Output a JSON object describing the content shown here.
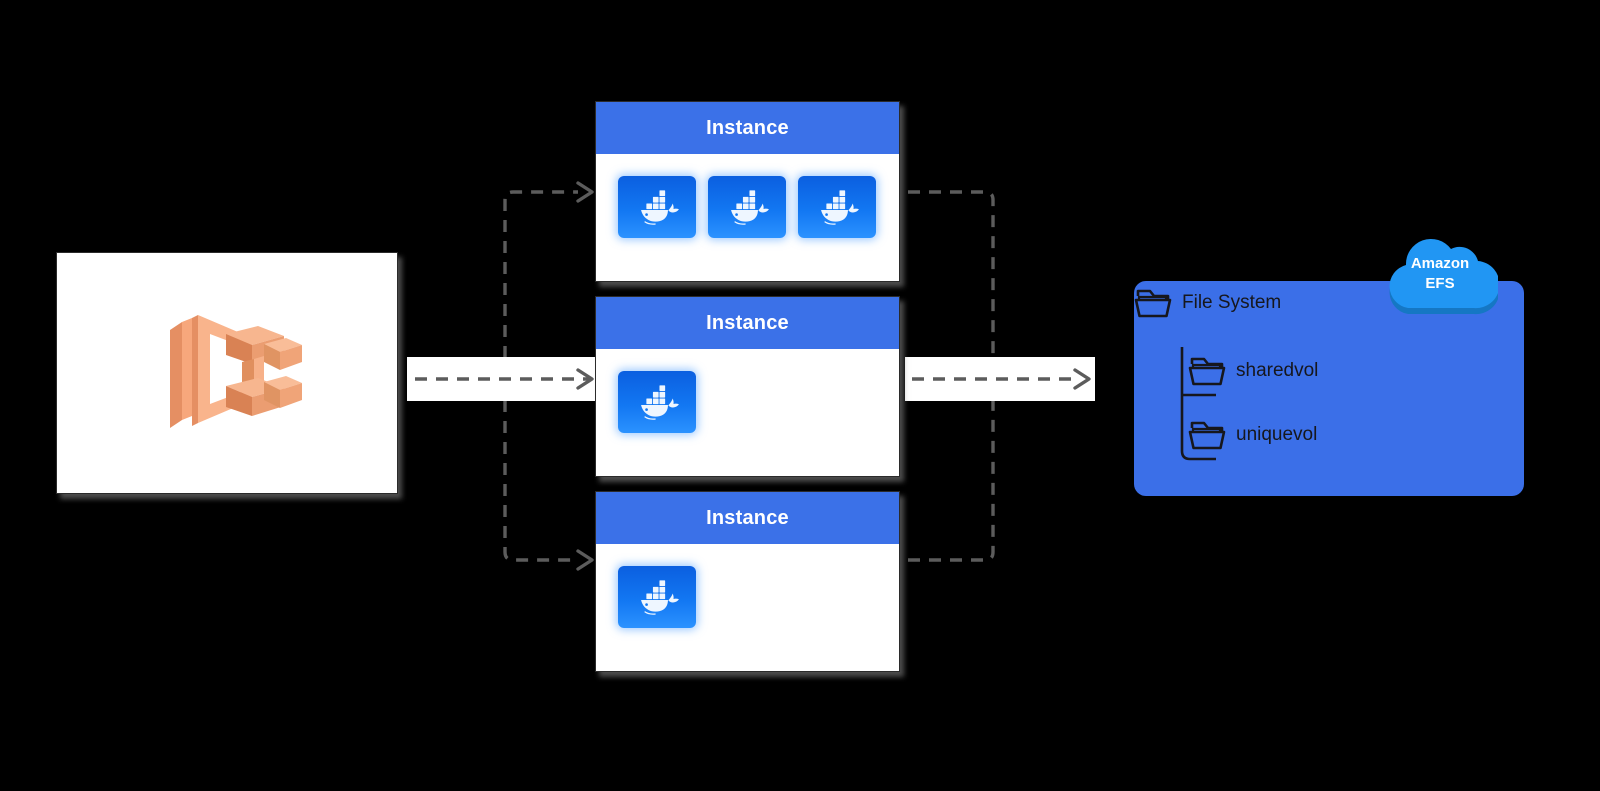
{
  "diagram": {
    "title": "Amazon ECS instances mounting Amazon EFS shared and unique volumes",
    "colors": {
      "instance_header_blue": "#3b71e8",
      "efs_panel_blue": "#3b6fe8",
      "efs_cloud_blue": "#2196f3",
      "efs_cloud_shadow": "#1577c4",
      "docker_tile_blue": "#1277f2",
      "ecs_orange": "#f7a278",
      "connector_gray": "#5c5c5c",
      "card_white": "#ffffff",
      "background": "#000000"
    }
  },
  "source": {
    "name": "ecs-service",
    "icon": "aws-ecs-icon",
    "logo_alt": "Amazon ECS"
  },
  "instances": [
    {
      "title": "Instance",
      "containers": [
        {
          "icon": "docker-icon",
          "label": "docker-container"
        },
        {
          "icon": "docker-icon",
          "label": "docker-container"
        },
        {
          "icon": "docker-icon",
          "label": "docker-container"
        }
      ]
    },
    {
      "title": "Instance",
      "containers": [
        {
          "icon": "docker-icon",
          "label": "docker-container"
        }
      ]
    },
    {
      "title": "Instance",
      "containers": [
        {
          "icon": "docker-icon",
          "label": "docker-container"
        }
      ]
    }
  ],
  "storage": {
    "cloud_badge": {
      "line1": "Amazon",
      "line2": "EFS",
      "icon": "cloud-icon"
    },
    "tree": {
      "root": {
        "label": "File System",
        "icon": "folder-icon"
      },
      "children": [
        {
          "label": "sharedvol",
          "icon": "folder-icon"
        },
        {
          "label": "uniquevol",
          "icon": "folder-icon"
        }
      ]
    }
  },
  "connectors": [
    {
      "name": "ecs-to-instances",
      "style": "dashed",
      "direction": "right",
      "branches": 3
    },
    {
      "name": "instances-to-efs",
      "style": "dashed",
      "direction": "right",
      "branches": 3
    }
  ]
}
